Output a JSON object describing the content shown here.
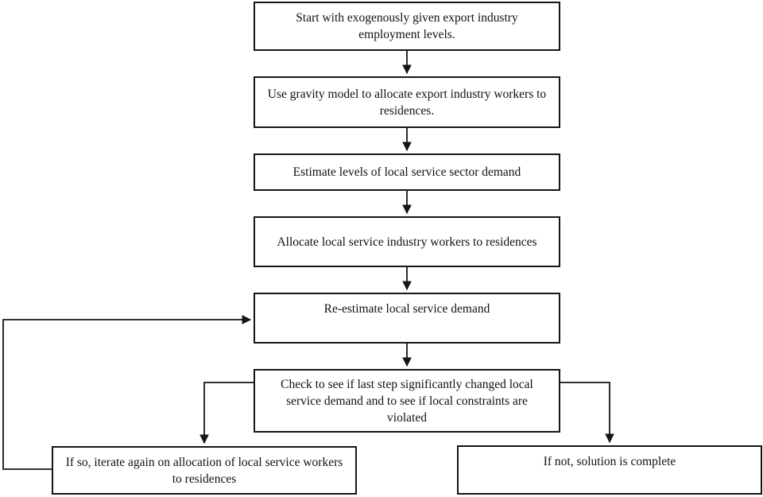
{
  "diagram": {
    "type": "flowchart",
    "background_color": "#ffffff",
    "line_color": "#151515",
    "nodes": [
      {
        "id": "start",
        "label": "Start with exogenously given export industry employment levels."
      },
      {
        "id": "gravity-model",
        "label": "Use gravity model to allocate export industry workers to residences."
      },
      {
        "id": "estimate-demand",
        "label": "Estimate levels of local service sector demand"
      },
      {
        "id": "allocate-workers",
        "label": "Allocate local service industry workers to residences"
      },
      {
        "id": "reestimate-demand",
        "label": "Re-estimate local service demand"
      },
      {
        "id": "check-convergence",
        "label": "Check to see if last step significantly changed local service demand and to see if local constraints are violated"
      },
      {
        "id": "iterate",
        "label": "If so, iterate again on allocation of local service workers to residences"
      },
      {
        "id": "complete",
        "label": "If not, solution is complete"
      }
    ],
    "edges": [
      {
        "from": "start",
        "to": "gravity-model"
      },
      {
        "from": "gravity-model",
        "to": "estimate-demand"
      },
      {
        "from": "estimate-demand",
        "to": "allocate-workers"
      },
      {
        "from": "allocate-workers",
        "to": "reestimate-demand"
      },
      {
        "from": "reestimate-demand",
        "to": "check-convergence"
      },
      {
        "from": "check-convergence",
        "to": "iterate",
        "branch": "left"
      },
      {
        "from": "check-convergence",
        "to": "complete",
        "branch": "right"
      },
      {
        "from": "iterate",
        "to": "reestimate-demand",
        "type": "feedback-loop"
      }
    ]
  }
}
